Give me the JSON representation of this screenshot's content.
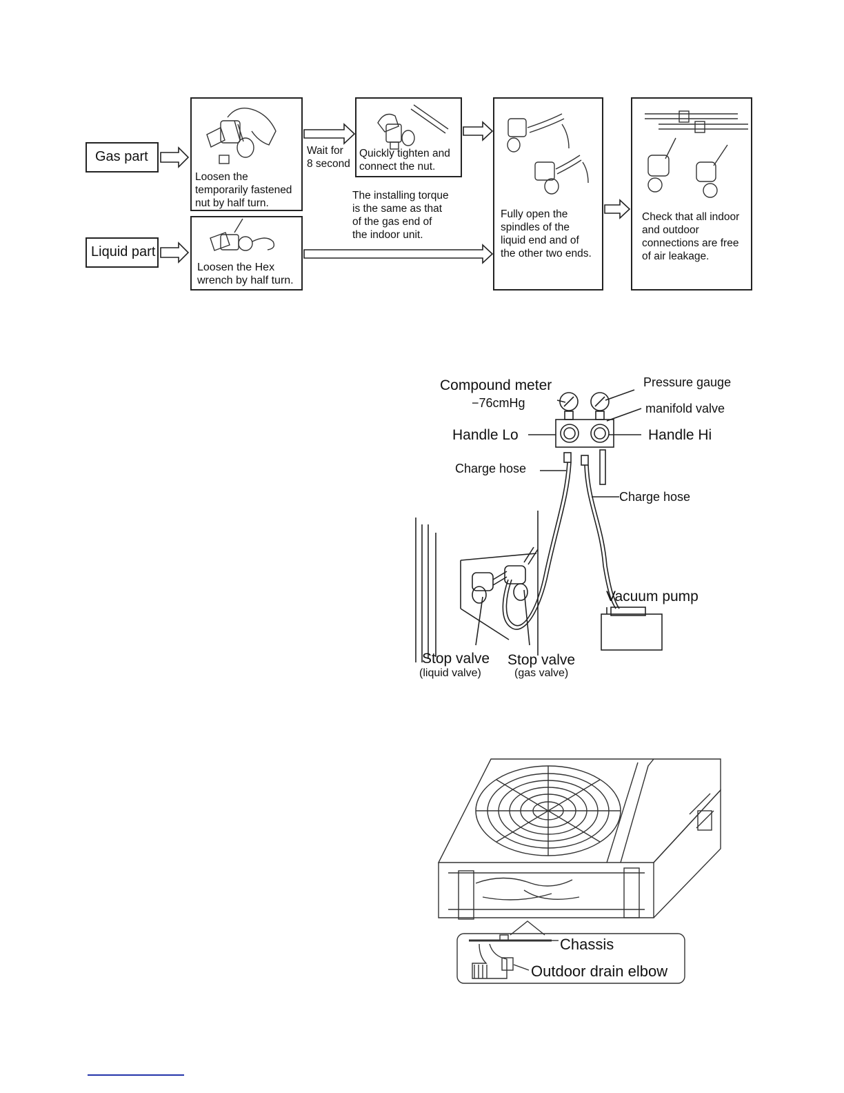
{
  "flow": {
    "gas_part": "Gas part",
    "liquid_part": "Liquid part",
    "step1_gas": "Loosen the\ntemporarily fastened\nnut by half turn.",
    "wait": "Wait for\n8 second",
    "step2_gas": "Quickly tighten and\n connect the nut.",
    "torque_note": "The installing torque\nis the same as that\nof the gas end of\nthe indoor unit.",
    "step1_liquid": "Loosen the Hex\nwrench by half turn.",
    "step3": "Fully open the\nspindles of the\nliquid end and of\nthe other two ends.",
    "step4": "Check that all indoor\nand outdoor\nconnections are free\nof air leakage."
  },
  "manifold": {
    "compound_meter": "Compound meter",
    "compound_value": "−76cmHg",
    "pressure_gauge": "Pressure  gauge",
    "manifold_valve": "manifold valve",
    "handle_lo": "Handle Lo",
    "handle_hi": "Handle Hi",
    "charge_hose_left": "Charge  hose",
    "charge_hose_right": "Charge  hose",
    "vacuum_pump": "Vacuum pump",
    "stop_valve_liquid": "Stop valve",
    "stop_valve_liquid_sub": "(liquid valve)",
    "stop_valve_gas": "Stop valve",
    "stop_valve_gas_sub": "(gas valve)"
  },
  "outdoor_unit": {
    "chassis": "Chassis",
    "drain_elbow": "Outdoor drain elbow"
  }
}
